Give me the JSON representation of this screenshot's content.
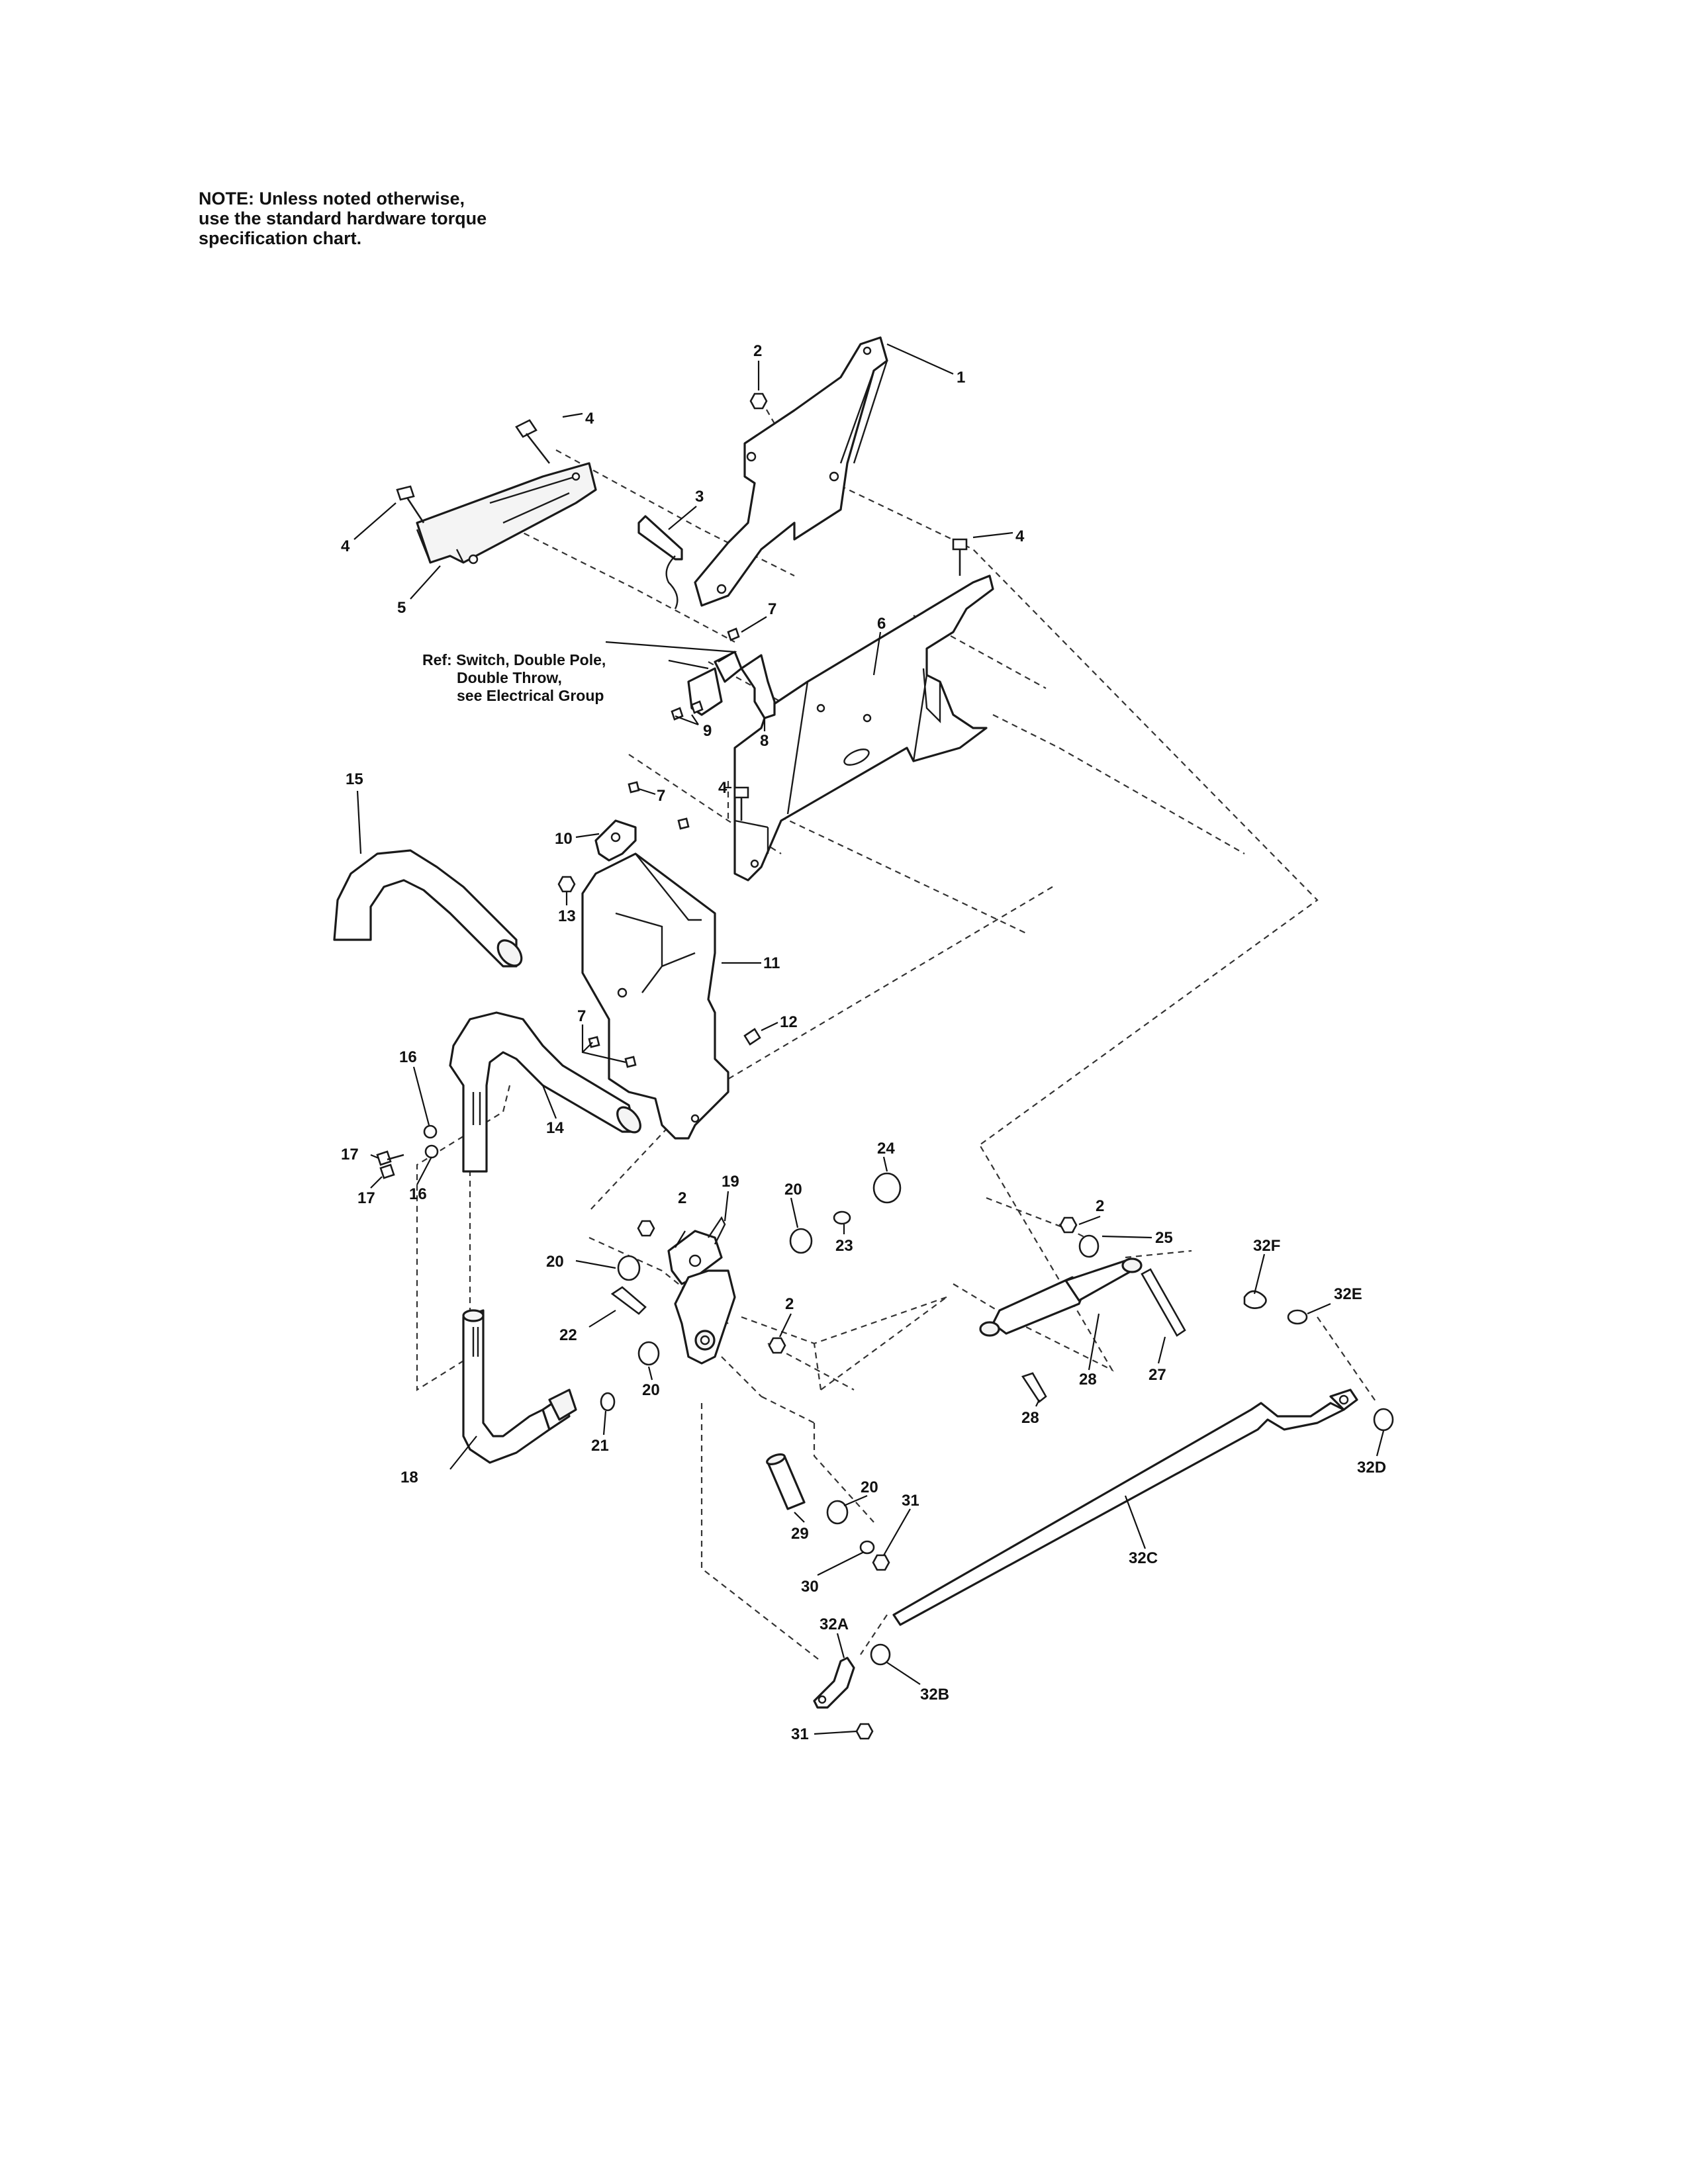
{
  "note": {
    "lines": [
      "NOTE: Unless noted otherwise,",
      "use the standard hardware torque",
      "specification chart."
    ]
  },
  "reference": {
    "lines": [
      "Ref: Switch, Double Pole,",
      "Double Throw,",
      "see Electrical Group"
    ]
  },
  "callouts": {
    "c1": "1",
    "c2a": "2",
    "c2b": "2",
    "c2c": "2",
    "c2d": "2",
    "c3": "3",
    "c4a": "4",
    "c4b": "4",
    "c4c": "4",
    "c4d": "4",
    "c5": "5",
    "c6": "6",
    "c7a": "7",
    "c7b": "7",
    "c7c": "7",
    "c8": "8",
    "c9": "9",
    "c10": "10",
    "c11": "11",
    "c12": "12",
    "c13": "13",
    "c14": "14",
    "c15": "15",
    "c16a": "16",
    "c16b": "16",
    "c17a": "17",
    "c17b": "17",
    "c18": "18",
    "c19": "19",
    "c20a": "20",
    "c20b": "20",
    "c20c": "20",
    "c20d": "20",
    "c21": "21",
    "c22": "22",
    "c23": "23",
    "c24": "24",
    "c25": "25",
    "c27": "27",
    "c28a": "28",
    "c28b": "28",
    "c29": "29",
    "c30": "30",
    "c31a": "31",
    "c31b": "31",
    "c32a": "32A",
    "c32b": "32B",
    "c32c": "32C",
    "c32d": "32D",
    "c32e": "32E",
    "c32f": "32F"
  }
}
